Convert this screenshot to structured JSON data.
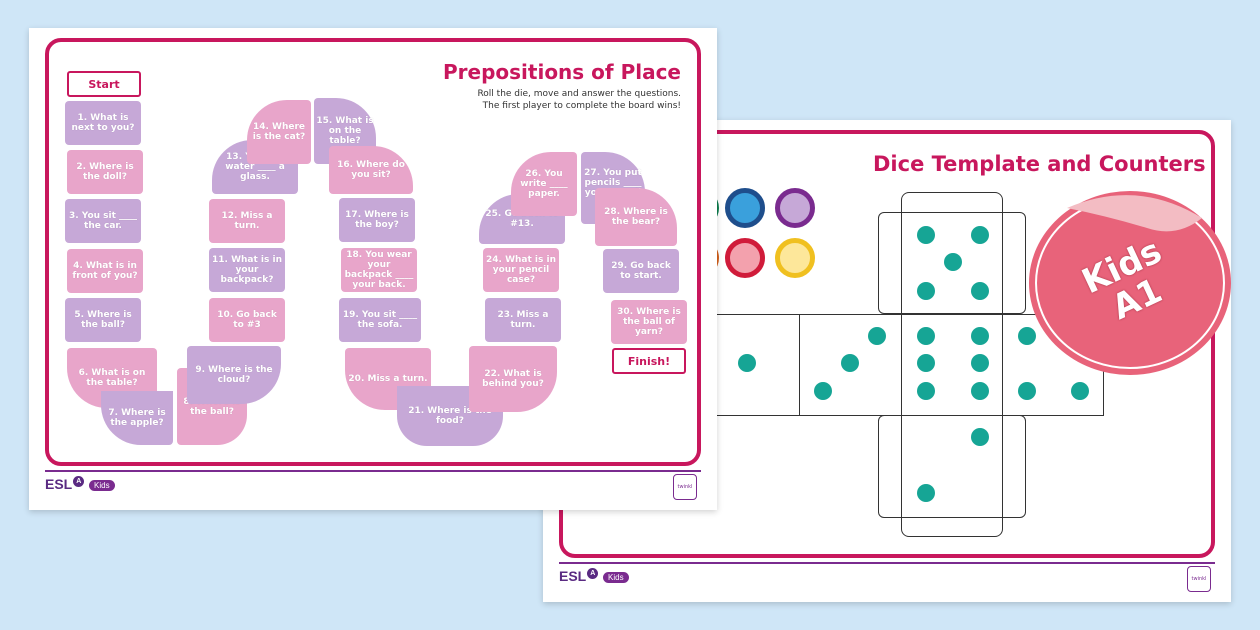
{
  "sheet1": {
    "title": "Prepositions of Place",
    "instructions": [
      "Roll the die, move and answer the questions.",
      "The first player to complete the board wins!"
    ],
    "start_label": "Start",
    "finish_label": "Finish!",
    "tiles": [
      "1. What is next to you?",
      "2. Where is the doll?",
      "3. You sit ____ the car.",
      "4. What is in front of you?",
      "5. Where is the ball?",
      "6. What is on the table?",
      "7. Where is the apple?",
      "8. Where is the ball?",
      "9. Where is the cloud?",
      "10. Go back to #3",
      "11. What is in your backpack?",
      "12. Miss a turn.",
      "13. You put water ____ a glass.",
      "14. Where is the cat?",
      "15. What is on the table?",
      "16. Where do you sit?",
      "17. Where is the boy?",
      "18. You wear your backpack ____ your back.",
      "19. You sit ____ the sofa.",
      "20. Miss a turn.",
      "21. Where is the food?",
      "22. What is behind you?",
      "23. Miss a turn.",
      "24. What is in your pencil case?",
      "25. Go back to #13.",
      "26. You write ____ paper.",
      "27. You put pencils ____ your pencil case.",
      "28. Where is the bear?",
      "29. Go back to start.",
      "30. Where is the ball of yarn?"
    ],
    "brand": "ESL",
    "brand_badge": "Kids"
  },
  "sheet2": {
    "title": "Dice Template and Counters",
    "brand": "ESL",
    "brand_badge": "Kids",
    "counter_colors": [
      "#3aa0dc",
      "#7a2b8f",
      "#e8637a",
      "#f2c230"
    ],
    "dot_color": "#16a595"
  },
  "badge": {
    "line1": "Kids",
    "line2": "A1",
    "color": "#e8637a"
  },
  "twinkl_label": "twinkl"
}
